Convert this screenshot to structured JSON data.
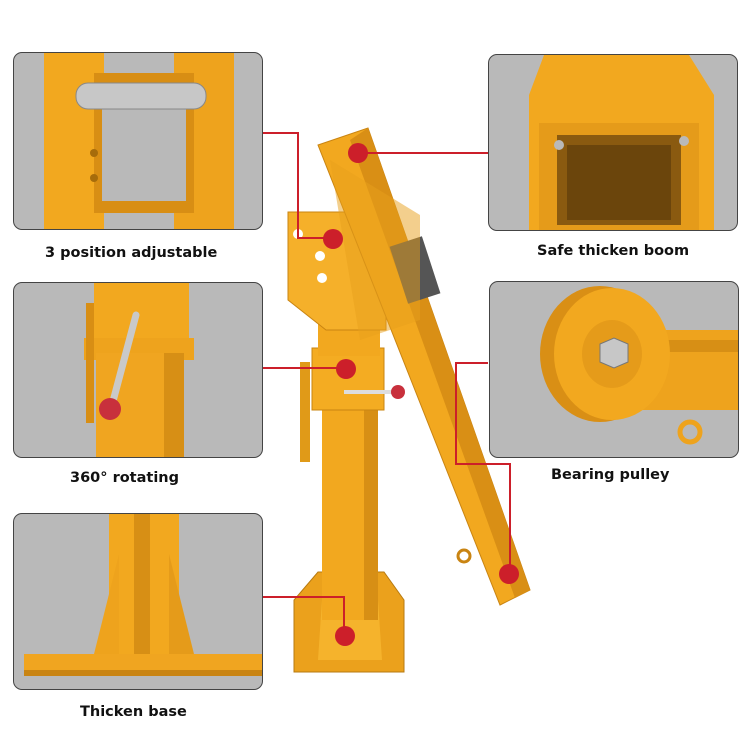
{
  "callouts": [
    {
      "label": "3 position adjustable"
    },
    {
      "label": "Safe thicken boom"
    },
    {
      "label": "360° rotating"
    },
    {
      "label": "Bearing pulley"
    },
    {
      "label": "Thicken base"
    }
  ],
  "colors": {
    "crane_orange": "#f2a81f",
    "crane_shadow": "#c98412",
    "callout_red": "#cc1f2a",
    "panel_bg": "#b9b9b9"
  }
}
